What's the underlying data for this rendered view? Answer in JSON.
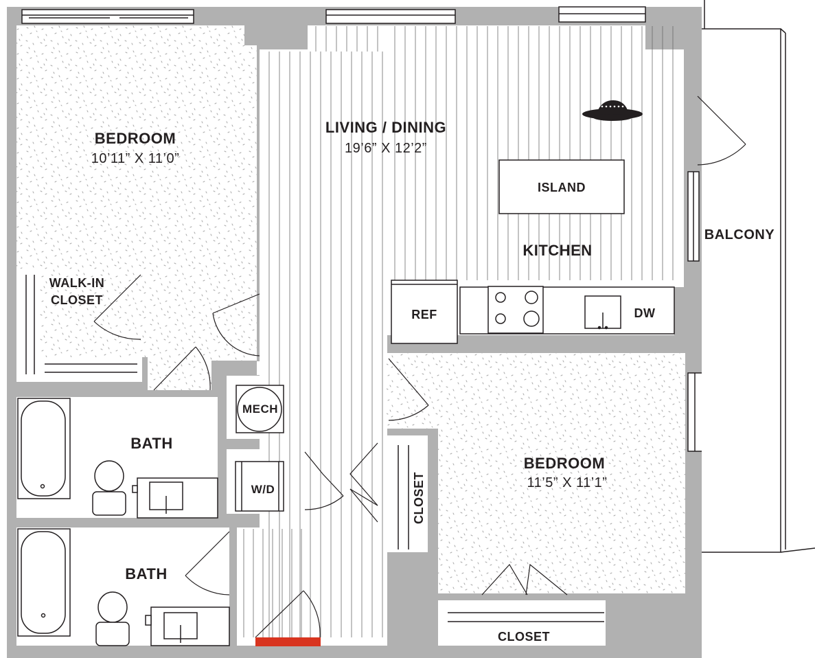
{
  "colors": {
    "wall": "#b1b1b1",
    "line": "#231f20",
    "speckle": "#a7a7a7",
    "entry": "#d8341f",
    "floor": "#ffffff"
  },
  "rooms": {
    "bedroom1": {
      "name": "BEDROOM",
      "dims": "10’11” X 11’0”"
    },
    "living": {
      "name": "LIVING / DINING",
      "dims": "19’6” X 12’2”"
    },
    "kitchen": {
      "name": "KITCHEN"
    },
    "bedroom2": {
      "name": "BEDROOM",
      "dims": "11’5” X 11’1”"
    },
    "walkin": {
      "line1": "WALK-IN",
      "line2": "CLOSET"
    },
    "bath1": {
      "name": "BATH"
    },
    "bath2": {
      "name": "BATH"
    },
    "balcony": {
      "name": "BALCONY"
    },
    "closet_vertical": {
      "name": "CLOSET"
    },
    "closet_bottom": {
      "name": "CLOSET"
    }
  },
  "fixtures": {
    "island": "ISLAND",
    "ref": "REF",
    "dw": "DW",
    "mech": "MECH",
    "wd": "W/D"
  },
  "icons": [
    "ceiling-light-icon",
    "cooktop-icon",
    "sink-icon",
    "toilet-icon",
    "bathtub-icon"
  ]
}
